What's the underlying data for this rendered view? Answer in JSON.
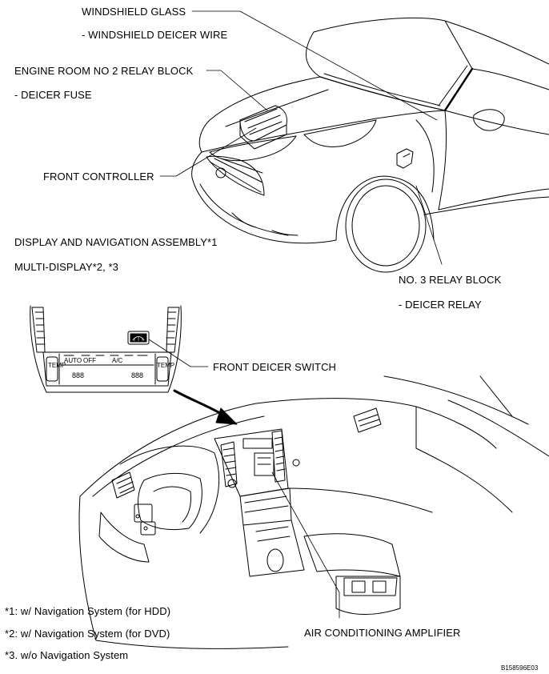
{
  "labels": {
    "windshield_glass": "WINDSHIELD GLASS",
    "windshield_deicer_wire": "- WINDSHIELD DEICER WIRE",
    "engine_room_relay_block": "ENGINE ROOM NO  2 RELAY BLOCK",
    "deicer_fuse": "- DEICER FUSE",
    "front_controller": "FRONT CONTROLLER",
    "display_navigation_assembly": "DISPLAY AND NAVIGATION ASSEMBLY*1",
    "multi_display": "MULTI-DISPLAY*2, *3",
    "no3_relay_block": "NO. 3 RELAY BLOCK",
    "deicer_relay": "- DEICER RELAY",
    "front_deicer_switch": "FRONT DEICER SWITCH",
    "air_conditioning_amplifier": "AIR CONDITIONING AMPLIFIER"
  },
  "footnotes": [
    "*1: w/ Navigation System (for HDD)",
    "*2: w/ Navigation System (for DVD)",
    "*3. w/o Navigation System"
  ],
  "reference_code": "B158596E03",
  "panel_text": {
    "auto": "AUTO",
    "off": "OFF",
    "temp": "TEMP",
    "a_c": "A/C",
    "readout_left": "888",
    "readout_right": "888"
  }
}
